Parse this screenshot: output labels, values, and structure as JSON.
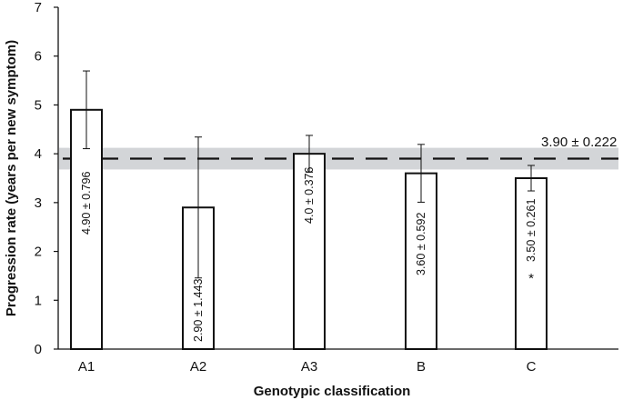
{
  "chart_data": {
    "type": "bar",
    "xlabel": "Genotypic classification",
    "ylabel": "Progression rate (years per new symptom)",
    "ylim": [
      0,
      7
    ],
    "yticks": [
      0,
      1,
      2,
      3,
      4,
      5,
      6,
      7
    ],
    "categories": [
      "A1",
      "A2",
      "A3",
      "B",
      "C"
    ],
    "values": [
      4.9,
      2.9,
      4.0,
      3.6,
      3.5
    ],
    "errors": [
      0.796,
      1.443,
      0.376,
      0.592,
      0.261
    ],
    "bar_labels": [
      "4.90 ± 0.796",
      "2.90 ± 1.443",
      "4.0 ± 0.376",
      "3.60 ± 0.592",
      "3.50 ± 0.261"
    ],
    "significance_markers": [
      "",
      "",
      "",
      "",
      "*"
    ],
    "reference": {
      "mean": 3.9,
      "error": 0.222,
      "label": "3.90 ± 0.222",
      "line_style": "dashed",
      "band_color": "#d3d5d8"
    },
    "bar_fill": "#ffffff",
    "bar_stroke": "#111111",
    "grid": false,
    "legend": "none"
  }
}
